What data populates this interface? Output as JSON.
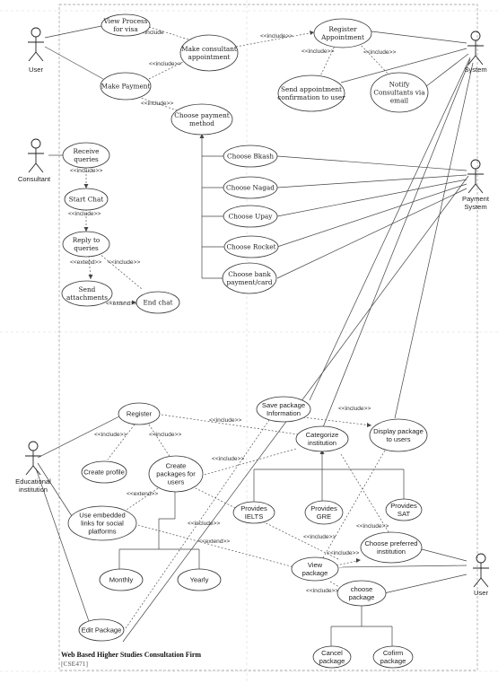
{
  "diagram": {
    "title": "Web Based Higher Studies Consultation Firm",
    "subtitle": "[CSE471]",
    "actors": {
      "user_top": "User",
      "system": "System",
      "consultant": "Consultant",
      "payment_system": [
        "Payment",
        "System"
      ],
      "educational_institution": [
        "Educational",
        "institution"
      ],
      "user_bottom": "User"
    },
    "use_cases": {
      "view_process": [
        "View Process",
        "for visa"
      ],
      "make_consultant_appointment": [
        "Make consultant",
        "appointment"
      ],
      "register_appointment": [
        "Register",
        "Appointment"
      ],
      "make_payment": [
        "Make Payment"
      ],
      "send_appointment_confirmation": [
        "Send appointment",
        "confirmation to user"
      ],
      "notify_consultants": [
        "Notify",
        "Consultants via",
        "email"
      ],
      "choose_payment_method": [
        "Choose payment",
        "method"
      ],
      "choose_bkash": [
        "Choose Bkash"
      ],
      "choose_nagad": [
        "Choose Nagad"
      ],
      "choose_upay": [
        "Choose Upay"
      ],
      "choose_rocket": [
        "Choose Rocket"
      ],
      "choose_bank": [
        "Choose bank",
        "payment/card"
      ],
      "receive_queries": [
        "Receive",
        "queries"
      ],
      "start_chat": [
        "Start Chat"
      ],
      "reply_to_queries": [
        "Reply to",
        "queries"
      ],
      "send_attachments": [
        "Send",
        "attachments"
      ],
      "end_chat": [
        "End chat"
      ],
      "register": [
        "Register"
      ],
      "save_package_information": [
        "Save package",
        "Information"
      ],
      "categorize_institution": [
        "Categorize",
        "institution"
      ],
      "display_package": [
        "Display package",
        "to users"
      ],
      "create_profile": [
        "Create profile"
      ],
      "create_packages": [
        "Create",
        "packages for",
        "users"
      ],
      "provides_ielts": [
        "Provides",
        "IELTS"
      ],
      "provides_gre": [
        "Provides",
        "GRE"
      ],
      "provides_sat": [
        "Provides",
        "SAT"
      ],
      "use_embedded_links": [
        "Use embedded",
        "links for social",
        "platforms"
      ],
      "choose_preferred_institution": [
        "Choose preferred",
        "institution"
      ],
      "monthly": [
        "Monthly"
      ],
      "yearly": [
        "Yearly"
      ],
      "view_package": [
        "View",
        "package"
      ],
      "choose_package": [
        "choose",
        "package"
      ],
      "edit_package": [
        "Edit Package"
      ],
      "cancel_package": [
        "Cancel",
        "package"
      ],
      "confirm_package": [
        "Cofirm",
        "package"
      ]
    },
    "stereotypes": {
      "include": "<<include>>",
      "include_short": "<<include",
      "extend": "<<extend>>"
    }
  }
}
